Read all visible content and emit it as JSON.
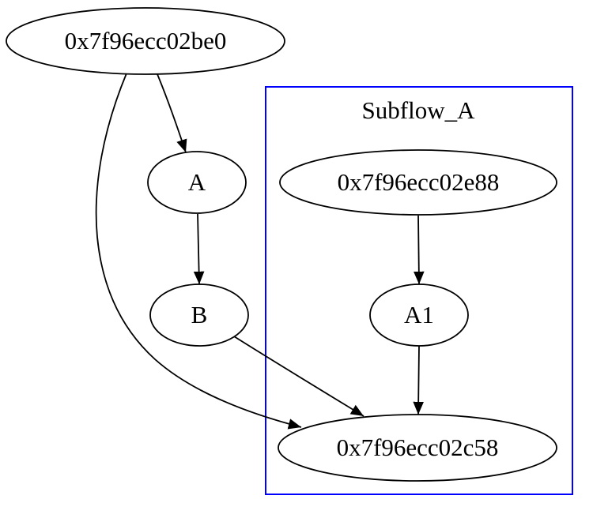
{
  "diagram": {
    "type": "directed-graph",
    "background_color": "#ffffff",
    "cluster": {
      "label": "Subflow_A",
      "border_color": "#0000ff"
    },
    "nodes": {
      "root": {
        "label": "0x7f96ecc02be0",
        "shape": "ellipse"
      },
      "a": {
        "label": "A",
        "shape": "ellipse"
      },
      "b": {
        "label": "B",
        "shape": "ellipse"
      },
      "e88": {
        "label": "0x7f96ecc02e88",
        "shape": "ellipse",
        "cluster": "Subflow_A"
      },
      "a1": {
        "label": "A1",
        "shape": "ellipse",
        "cluster": "Subflow_A"
      },
      "c58": {
        "label": "0x7f96ecc02c58",
        "shape": "ellipse",
        "cluster": "Subflow_A"
      }
    },
    "edges": [
      {
        "from": "0x7f96ecc02be0",
        "to": "A"
      },
      {
        "from": "0x7f96ecc02be0",
        "to": "0x7f96ecc02c58"
      },
      {
        "from": "A",
        "to": "B"
      },
      {
        "from": "B",
        "to": "0x7f96ecc02c58"
      },
      {
        "from": "0x7f96ecc02e88",
        "to": "A1"
      },
      {
        "from": "A1",
        "to": "0x7f96ecc02c58"
      }
    ]
  }
}
